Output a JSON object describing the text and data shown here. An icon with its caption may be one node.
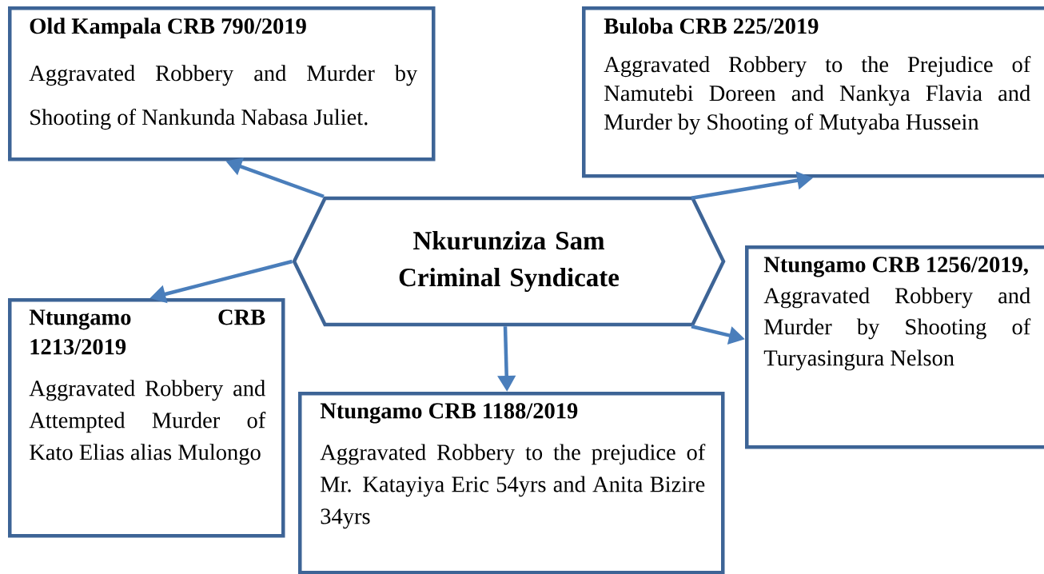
{
  "diagram": {
    "nodes": [
      {
        "text": [
          "Old Kampala CRB 790/2019",
          "Aggravated Robbery and Murder by Shooting of Nankunda Nabasa Juliet."
        ]
      },
      {
        "text": [
          "Buloba CRB 225/2019",
          "Aggravated Robbery to the Prejudice of Namutebi Doreen and Nankya Flavia and Murder by Shooting of Mutyaba Hussein"
        ]
      },
      {
        "text": [
          "Nkurunziza Sam Criminal Syndicate"
        ]
      },
      {
        "text": [
          "Ntungamo CRB 1256/2019,",
          "Aggravated Robbery and Murder by Shooting of Turyasingura Nelson"
        ]
      },
      {
        "text": [
          "Ntungamo CRB 1213/2019",
          "Aggravated Robbery and Attempted Murder of Kato Elias alias Mulongo"
        ]
      },
      {
        "text": [
          "Ntungamo CRB 1188/2019",
          "Aggravated Robbery to the prejudice of Mr. Katayiya Eric 54yrs and Anita Bizire 34yrs"
        ]
      }
    ],
    "edges": [
      {
        "from": 2,
        "to": 0,
        "arrow": "to"
      },
      {
        "from": 2,
        "to": 1,
        "arrow": "to"
      },
      {
        "from": 2,
        "to": 4,
        "arrow": "to"
      },
      {
        "from": 2,
        "to": 5,
        "arrow": "to"
      },
      {
        "from": 2,
        "to": 3,
        "arrow": "to"
      }
    ]
  }
}
